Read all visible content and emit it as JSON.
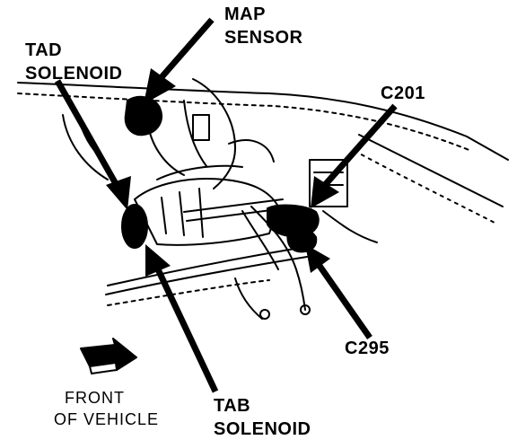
{
  "labels": {
    "map_sensor": [
      "MAP",
      "SENSOR"
    ],
    "tad_solenoid": [
      "TAD",
      "SOLENOID"
    ],
    "c201": "C201",
    "c295": "C295",
    "tab_solenoid": [
      "TAB",
      "SOLENOID"
    ],
    "front_of_vehicle": [
      "FRONT",
      "OF VEHICLE"
    ]
  },
  "colors": {
    "ink": "#000000",
    "paper": "#ffffff"
  },
  "icons": {
    "front_arrow": "front-of-vehicle-arrow-icon"
  }
}
